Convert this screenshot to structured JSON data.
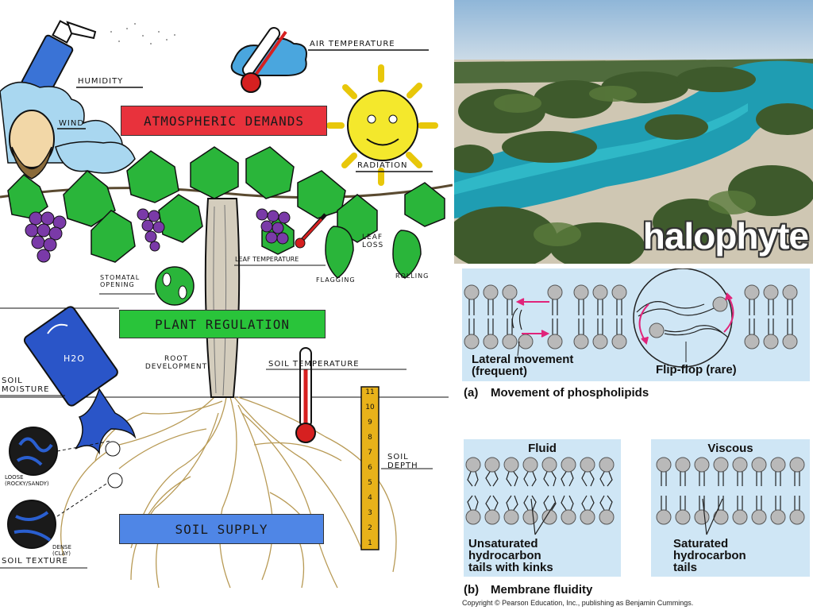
{
  "plant_diagram": {
    "labels": {
      "humidity": "HUMIDITY",
      "air_temperature": "AIR TEMPERATURE",
      "wind": "WIND",
      "radiation": "RADIATION",
      "leaf_temperature": "LEAF TEMPERATURE",
      "leaf_loss": "LEAF LOSS",
      "flagging": "FLAGGING",
      "rolling": "ROLLING",
      "stomatal_opening": "STOMATAL OPENING",
      "root_development": "ROOT DEVELOPMENT",
      "soil_temperature": "SOIL TEMPERATURE",
      "soil_moisture": "SOIL MOISTURE",
      "soil_depth": "SOIL DEPTH",
      "loose": "LOOSE (ROCKY/SANDY)",
      "dense": "DENSE (CLAY)",
      "soil_texture": "SOIL TEXTURE",
      "water": "H2O"
    },
    "banners": {
      "atmospheric": "ATMOSPHERIC DEMANDS",
      "plant_regulation": "PLANT REGULATION",
      "soil_supply": "SOIL SUPPLY"
    },
    "depth_scale": [
      "11",
      "10",
      "9",
      "8",
      "7",
      "6",
      "5",
      "4",
      "3",
      "2",
      "1"
    ],
    "colors": {
      "atmospheric": "#e8323c",
      "plant_regulation": "#29c43a",
      "soil_supply": "#4f86e6",
      "scale": "#e8b21a"
    }
  },
  "photo": {
    "title": "halophyte"
  },
  "membrane": {
    "panel_a": {
      "lateral": "Lateral movement",
      "lateral_freq": "(frequent)",
      "flipflop": "Flip-flop (rare)",
      "caption_letter": "(a)",
      "caption": "Movement of phospholipids"
    },
    "panel_b": {
      "fluid_title": "Fluid",
      "viscous_title": "Viscous",
      "unsat_1": "Unsaturated",
      "unsat_2": "hydrocarbon",
      "unsat_3": "tails with kinks",
      "sat_1": "Saturated",
      "sat_2": "hydrocarbon",
      "sat_3": "tails",
      "caption_letter": "(b)",
      "caption": "Membrane fluidity"
    },
    "copyright": "Copyright © Pearson Education, Inc., publishing as Benjamin Cummings.",
    "colors": {
      "panel_bg": "#cfe6f5",
      "head": "#b9b9b9",
      "arrow": "#e0247a"
    }
  }
}
